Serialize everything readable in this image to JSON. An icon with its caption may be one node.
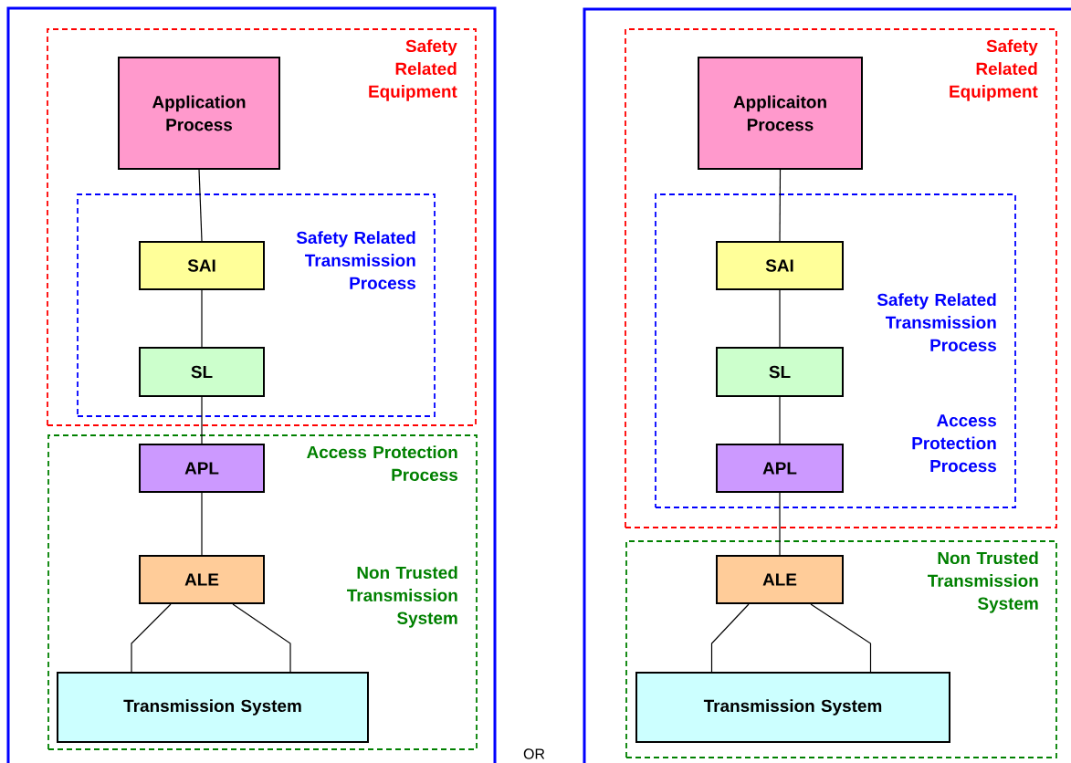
{
  "diagram": {
    "nodes": [
      {
        "text": [],
        "shape": "box"
      },
      {
        "text": [
          "Safety Related Equipment"
        ],
        "in": 0
      },
      {
        "text": [
          "Application Process"
        ],
        "in": 1
      },
      {
        "text": [
          "Safety Related Transmission Process"
        ],
        "in": 1
      },
      {
        "text": [
          "SAI"
        ],
        "in": 3
      },
      {
        "text": [
          "SL"
        ],
        "in": 3
      },
      {
        "text": [
          "Access Protection Process",
          "Non Trusted Transmission System"
        ],
        "in": 0
      },
      {
        "text": [
          "APL"
        ],
        "in": 6
      },
      {
        "text": [
          "ALE"
        ],
        "in": 6
      },
      {
        "text": [
          "Transmission System"
        ],
        "in": 6
      },
      {
        "text": [],
        "shape": "box"
      },
      {
        "text": [
          "Safety Related Equipment"
        ],
        "in": 10
      },
      {
        "text": [
          "Applicaiton Process"
        ],
        "in": 11
      },
      {
        "text": [
          "Safety Related Transmission Process",
          "Access Protection Process"
        ],
        "in": 11
      },
      {
        "text": [
          "SAI"
        ],
        "in": 13
      },
      {
        "text": [
          "SL"
        ],
        "in": 13
      },
      {
        "text": [
          "APL"
        ],
        "in": 13
      },
      {
        "text": [
          "Non Trusted Transmission System"
        ],
        "in": 10
      },
      {
        "text": [
          "ALE"
        ],
        "in": 17
      },
      {
        "text": [
          "Transmission System"
        ],
        "in": 17
      }
    ],
    "edges": [
      {
        "from": 2,
        "to": 4,
        "arrow": "none"
      },
      {
        "from": 4,
        "to": 5,
        "arrow": "none"
      },
      {
        "from": 5,
        "to": 7,
        "arrow": "none"
      },
      {
        "from": 7,
        "to": 8,
        "arrow": "none"
      },
      {
        "from": 8,
        "to": 9,
        "arrow": "none"
      },
      {
        "from": 8,
        "to": 9,
        "arrow": "none"
      },
      {
        "from": 12,
        "to": 14,
        "arrow": "none"
      },
      {
        "from": 14,
        "to": 15,
        "arrow": "none"
      },
      {
        "from": 15,
        "to": 16,
        "arrow": "none"
      },
      {
        "from": 16,
        "to": 18,
        "arrow": "none"
      },
      {
        "from": 18,
        "to": 19,
        "arrow": "none"
      },
      {
        "from": 18,
        "to": 19,
        "arrow": "none"
      }
    ],
    "labels": [
      "OR"
    ]
  }
}
